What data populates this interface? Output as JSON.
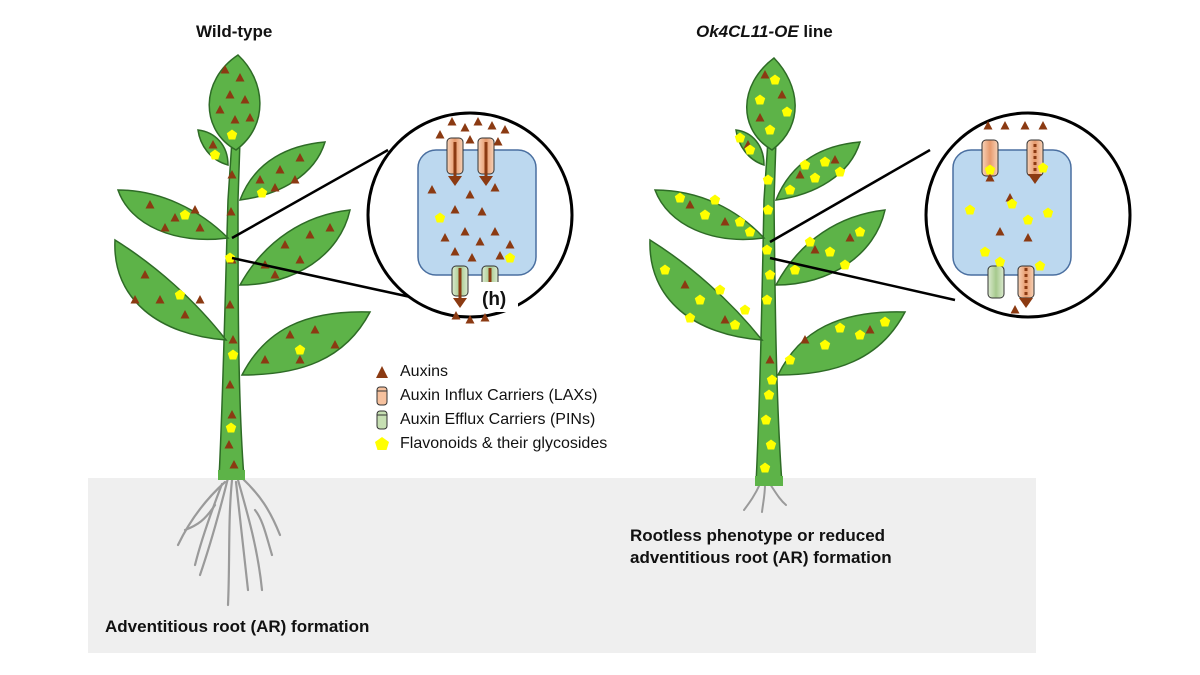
{
  "panels": {
    "left": {
      "title": "Wild-type",
      "caption": "Adventitious root (AR) formation"
    },
    "right": {
      "title_italic": "Ok4CL11-OE",
      "title_suffix": " line",
      "caption_line1": "Rootless phenotype or reduced",
      "caption_line2": "adventitious root (AR) formation"
    }
  },
  "legend": [
    {
      "symbol": "auxin-triangle-icon",
      "label": "Auxins"
    },
    {
      "symbol": "influx-carrier-icon",
      "label": "Auxin Influx Carriers (LAXs)"
    },
    {
      "symbol": "efflux-carrier-icon",
      "label": "Auxin Efflux Carriers (PINs)"
    },
    {
      "symbol": "flavonoid-pentagon-icon",
      "label": "Flavonoids & their glycosides"
    }
  ],
  "panel_tag": "(h)",
  "colors": {
    "leaf": "#5db348",
    "leaf_stroke": "#2e6b26",
    "auxin": "#8b3a12",
    "flavonoid": "#ffff00",
    "cell": "#bcd8ef",
    "influx_carrier": "#f6c19e",
    "efflux_carrier": "#c6dfb2",
    "soil": "#efefef"
  }
}
